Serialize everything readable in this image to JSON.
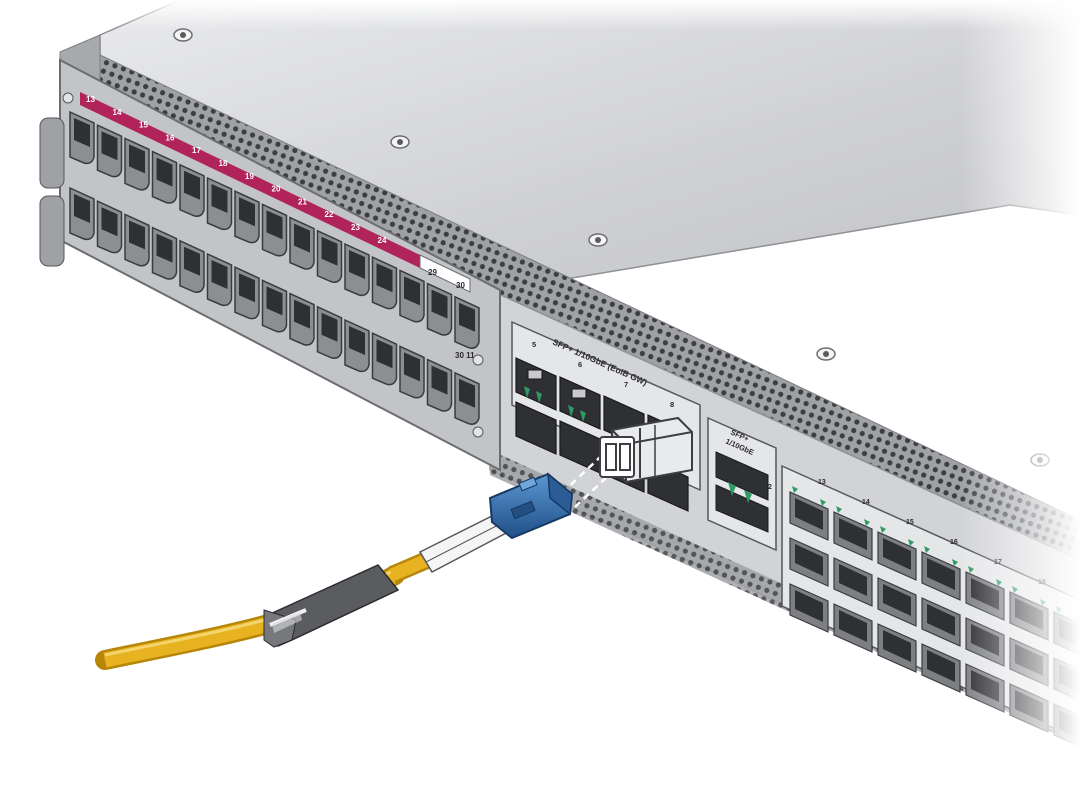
{
  "illustration": {
    "top_labels": [
      "13",
      "14",
      "15",
      "16",
      "17",
      "18",
      "19",
      "20",
      "21",
      "22",
      "23",
      "24"
    ],
    "top_labels_extra": [
      "29",
      "30"
    ],
    "bottom_label_extra": "30 11",
    "sfp_group": {
      "title": "SFP+  1/10GbE (EoIB GW)",
      "port_numbers": [
        "5",
        "6",
        "7",
        "8"
      ]
    },
    "sfp_single": {
      "title_line1": "SFP+",
      "title_line2": "1/10GbE",
      "port_number": "2"
    },
    "rj45_labels": [
      "13",
      "14",
      "15",
      "16",
      "17",
      "18"
    ],
    "colors": {
      "chassis": "#c8c9cc",
      "chassis_dark": "#8e9094",
      "label_band": "#b0245a",
      "connector_blue": "#2f6fb0",
      "fiber_yellow": "#e8b320",
      "led_green": "#2e9a64",
      "boot_gray": "#5b5c60"
    }
  }
}
